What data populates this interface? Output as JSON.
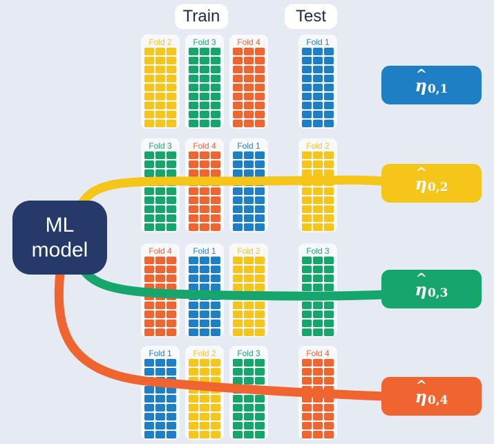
{
  "headers": {
    "train": "Train",
    "test": "Test"
  },
  "model": {
    "line1": "ML",
    "line2": "model"
  },
  "colors": {
    "fold1": "#1f7fc4",
    "fold2": "#f5c518",
    "fold3": "#16a56a",
    "fold4": "#f0642f",
    "model": "#263a6a",
    "background": "#e6eaf2"
  },
  "fold_labels": {
    "1": "Fold 1",
    "2": "Fold 2",
    "3": "Fold 3",
    "4": "Fold 4"
  },
  "rows": [
    {
      "train": [
        2,
        3,
        4
      ],
      "test": 1,
      "estimate": {
        "symbol": "η",
        "sub": "0,1"
      },
      "connected": false
    },
    {
      "train": [
        3,
        4,
        1
      ],
      "test": 2,
      "estimate": {
        "symbol": "η",
        "sub": "0,2"
      },
      "connected": true
    },
    {
      "train": [
        4,
        1,
        2
      ],
      "test": 3,
      "estimate": {
        "symbol": "η",
        "sub": "0,3"
      },
      "connected": true
    },
    {
      "train": [
        1,
        2,
        3
      ],
      "test": 4,
      "estimate": {
        "symbol": "η",
        "sub": "0,4"
      },
      "connected": true
    }
  ],
  "fold_grid": {
    "columns": 3,
    "rows": 9
  }
}
